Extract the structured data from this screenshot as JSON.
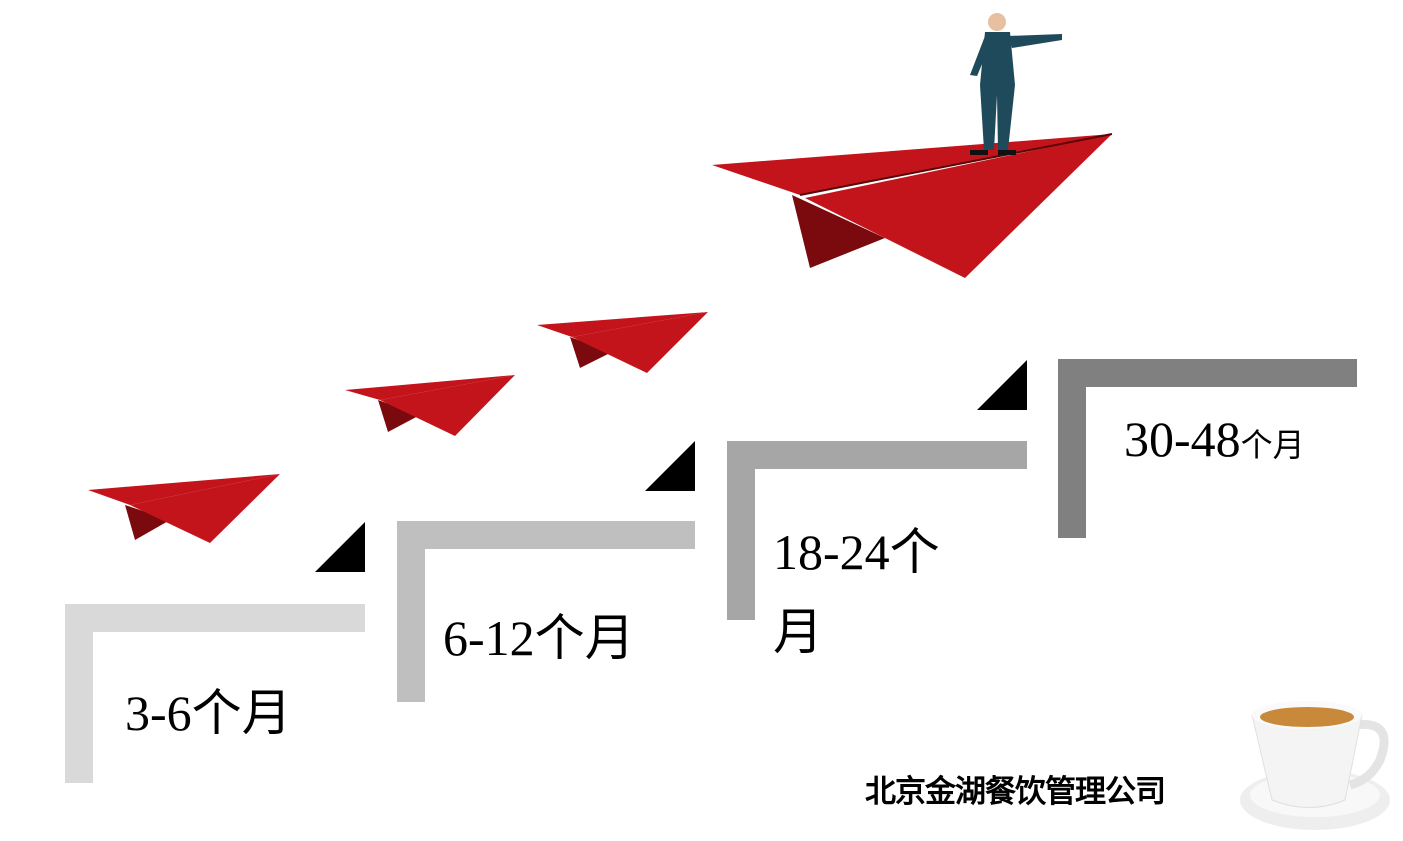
{
  "steps": [
    {
      "label": "3-6个月",
      "color": "#d9d9d9"
    },
    {
      "label": "6-12个月",
      "color": "#bfbfbf"
    },
    {
      "label": "18-24个月",
      "color": "#a6a6a6"
    },
    {
      "number": "30-48",
      "unit": "个月",
      "color": "#808080"
    }
  ],
  "company": "北京金湖餐饮管理公司",
  "colors": {
    "plane": "#c4141b",
    "plane_dark": "#7a0a0d"
  }
}
